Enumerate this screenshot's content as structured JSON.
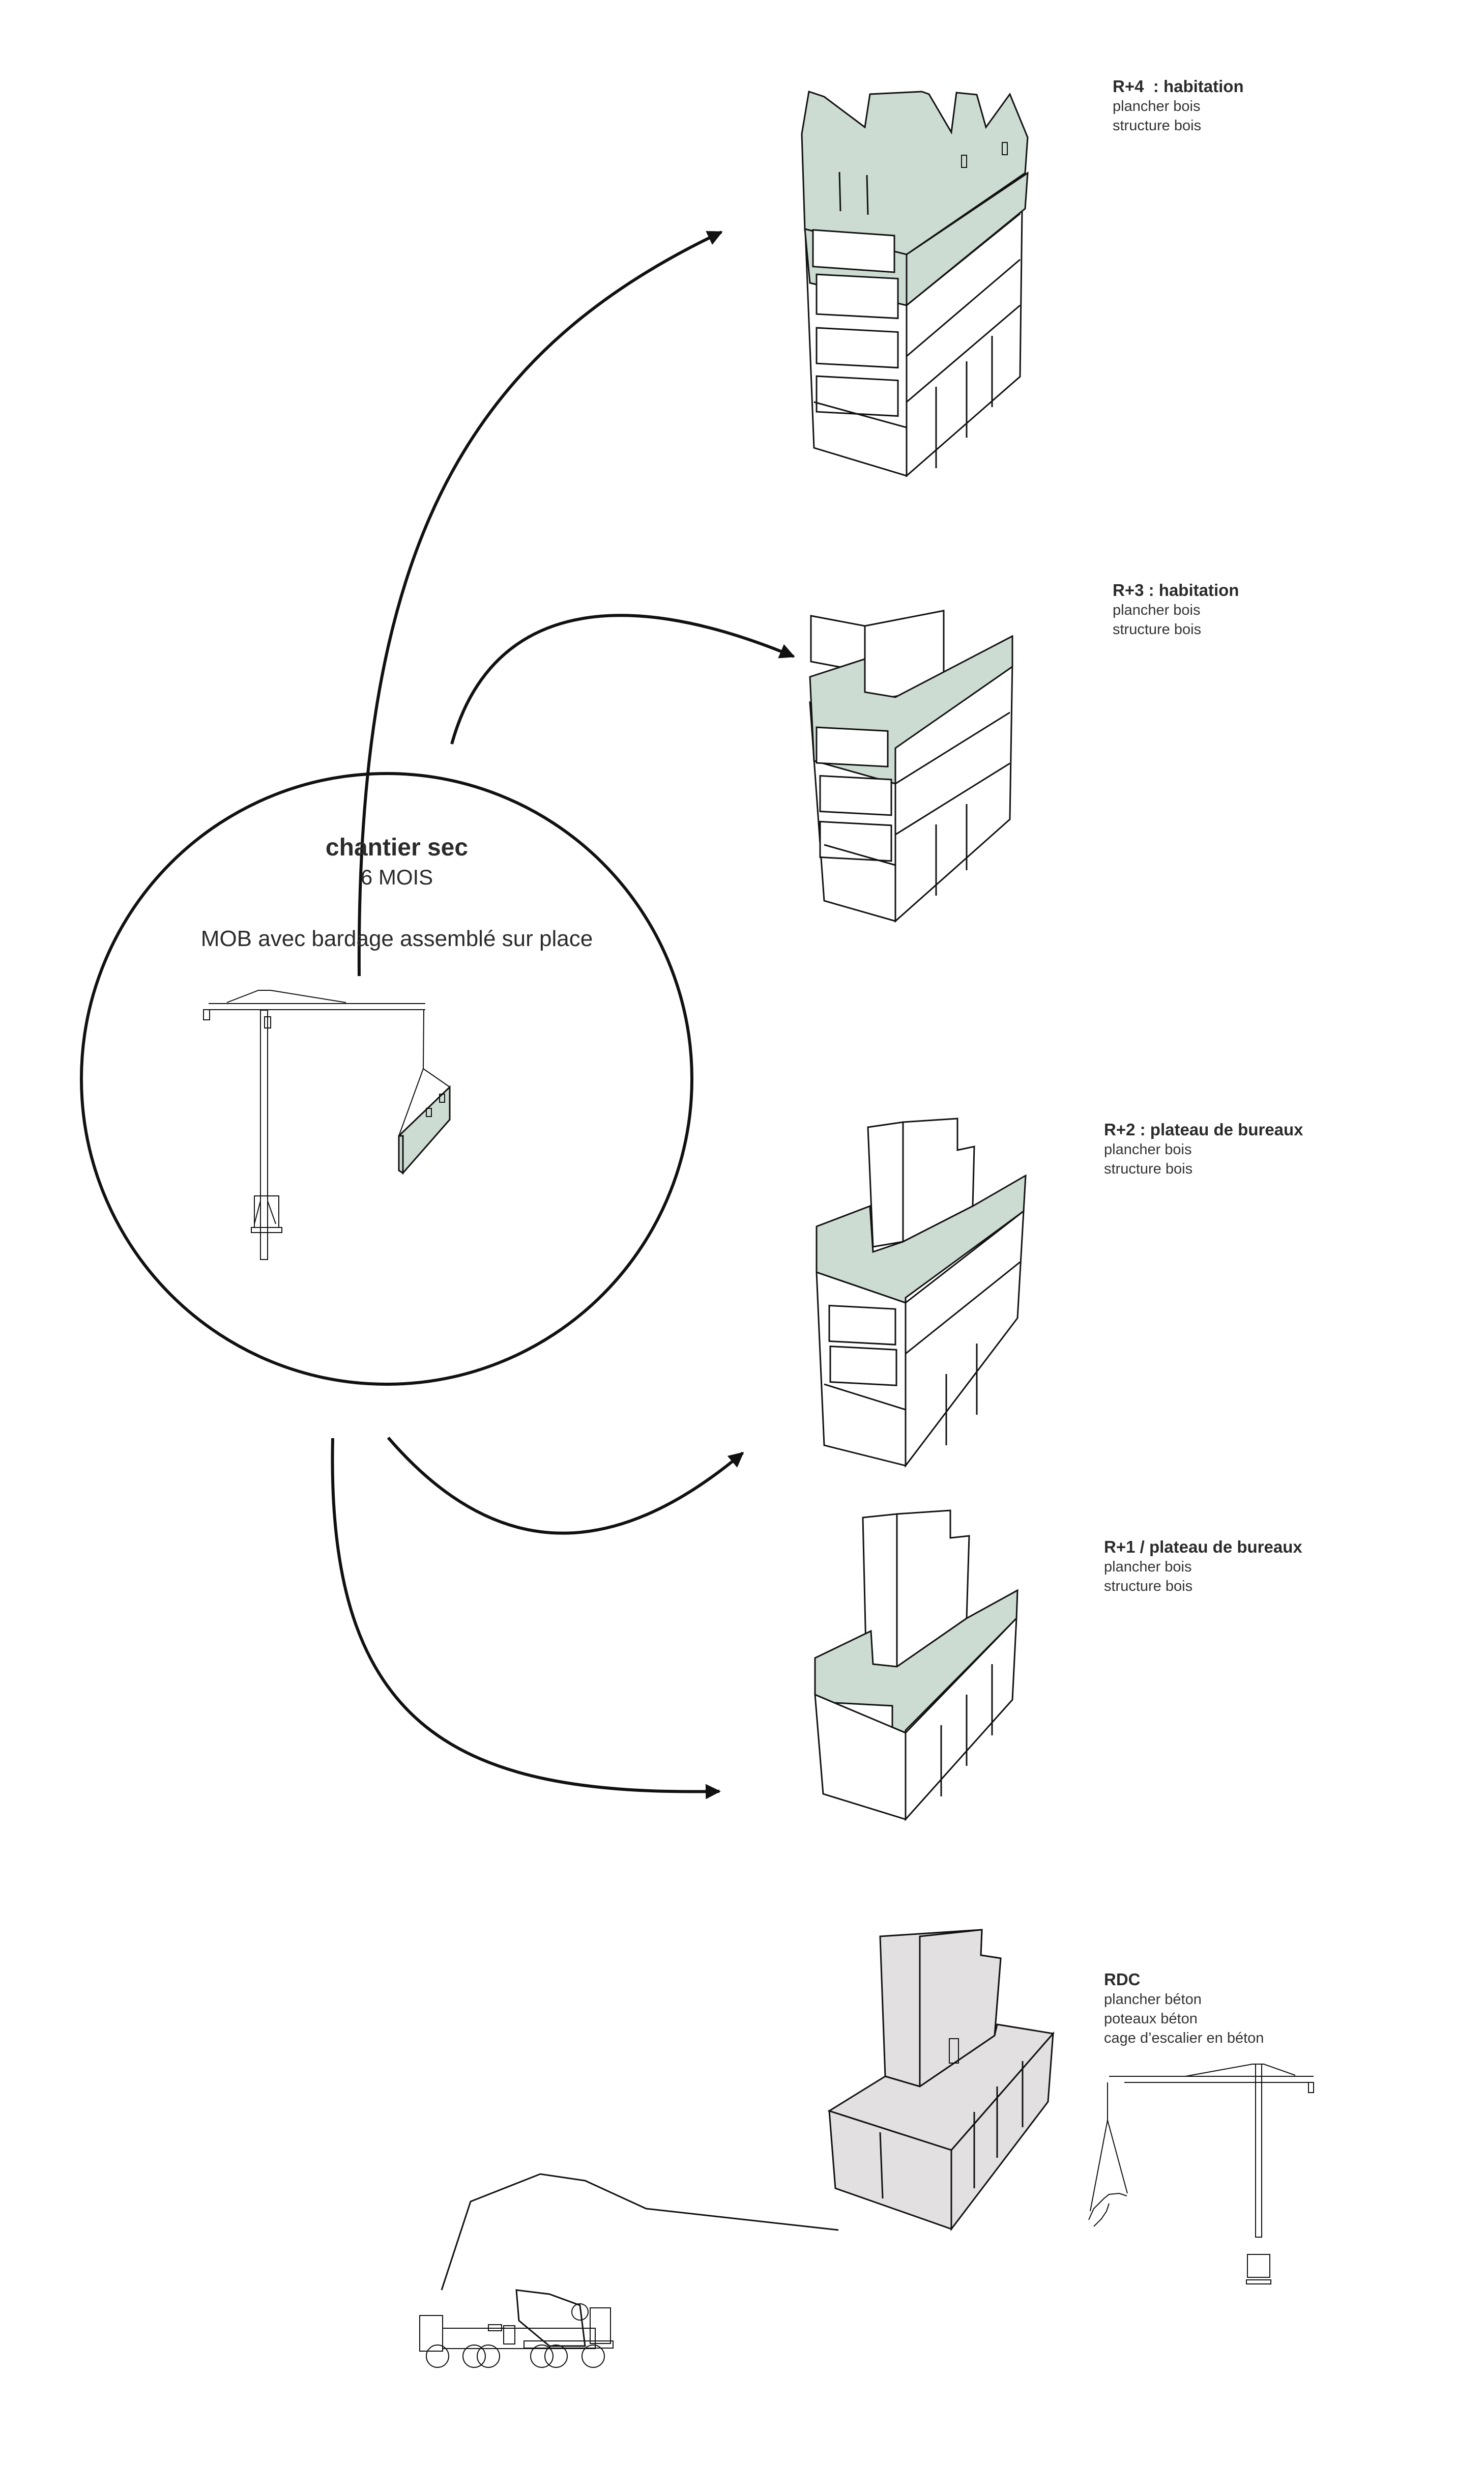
{
  "diagram": {
    "type": "construction-phasing",
    "colors": {
      "wood_module": "#cddcd2",
      "concrete": "#e2e0e1",
      "line": "#111111",
      "background": "#ffffff"
    },
    "center": {
      "title": "chantier sec",
      "duration": "6 MOIS",
      "description": "MOB avec bardage assemblé sur place",
      "illustration": "tower-crane-lifting-wall-panel"
    },
    "levels": [
      {
        "id": "r4",
        "title": "R+4  : habitation",
        "lines": [
          "plancher bois",
          "structure bois"
        ]
      },
      {
        "id": "r3",
        "title": "R+3 : habitation",
        "lines": [
          "plancher bois",
          "structure bois"
        ]
      },
      {
        "id": "r2",
        "title": "R+2 : plateau de bureaux",
        "lines": [
          "plancher bois",
          "structure bois"
        ]
      },
      {
        "id": "r1",
        "title": "R+1 / plateau de bureaux",
        "lines": [
          "plancher bois",
          "structure bois"
        ]
      },
      {
        "id": "rdc",
        "title": "RDC",
        "lines": [
          "plancher béton",
          "poteaux béton",
          "cage d’escalier en béton"
        ]
      }
    ],
    "arrows": [
      {
        "from": "center",
        "to": "r4"
      },
      {
        "from": "center",
        "to": "r3"
      },
      {
        "from": "center",
        "to": "r2"
      },
      {
        "from": "center",
        "to": "r1"
      }
    ],
    "ground_floor_equipment": [
      "concrete-pump-truck",
      "concrete-mixer-truck",
      "tower-crane-lifting-staircase"
    ]
  }
}
